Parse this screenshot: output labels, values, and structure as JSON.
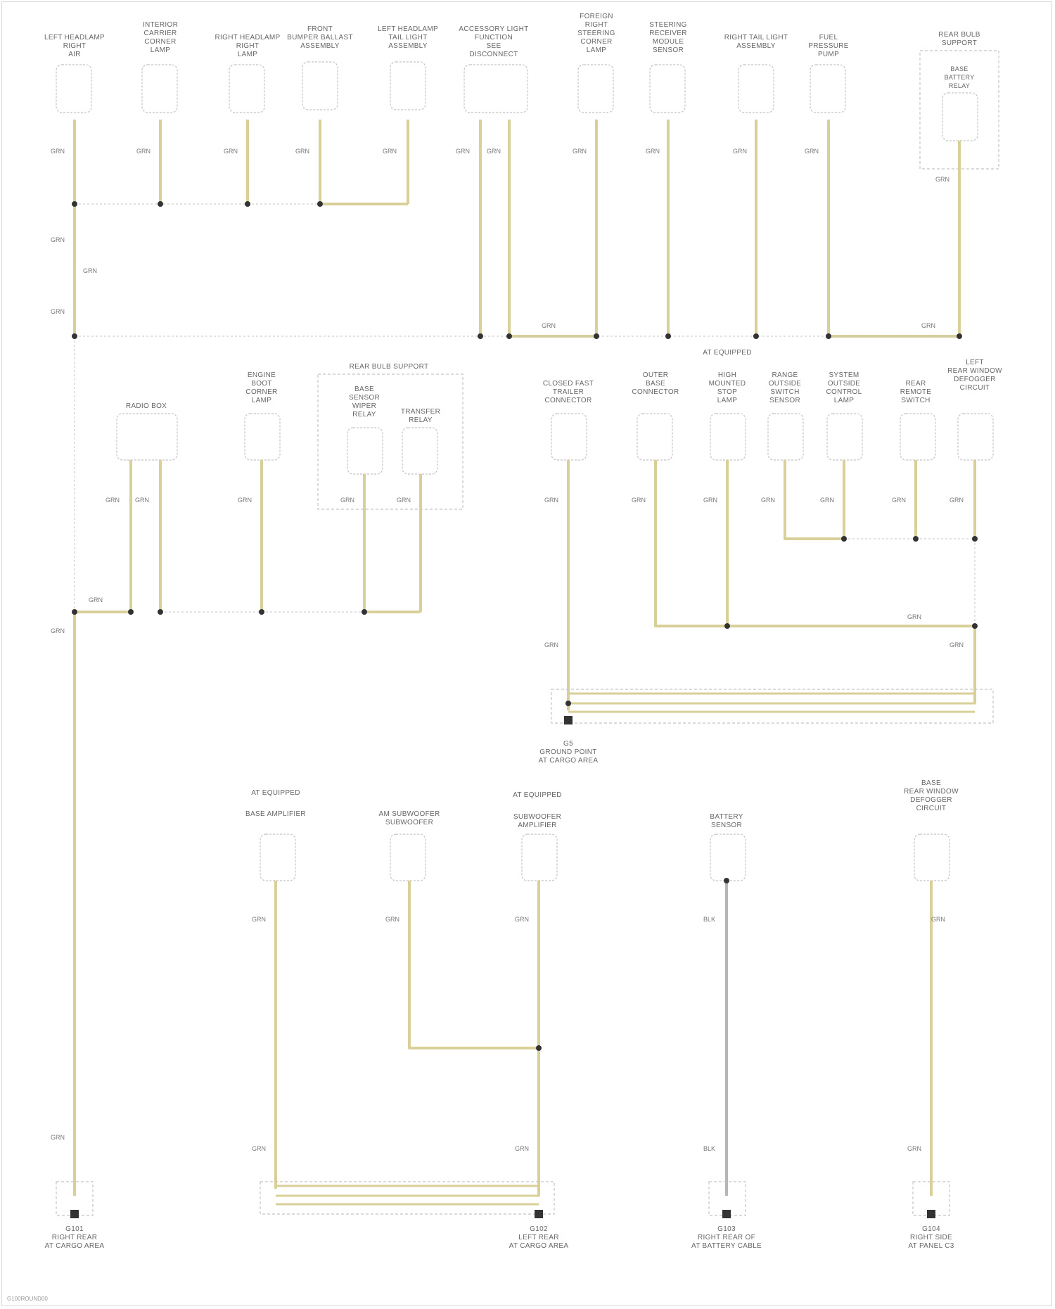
{
  "colors": {
    "wire": "#d9cf98",
    "wire_grey": "#b6b6b6",
    "dash": "#c4c4c4",
    "dot": "#333333"
  },
  "wire_code": "GRN",
  "wire_code_alt": "BLK",
  "top_row": [
    {
      "name": "LEFT HEADLAMP\nRIGHT\nAIR"
    },
    {
      "name": "INTERIOR\nCARRIER\nCORNER\nLAMP"
    },
    {
      "name": "RIGHT HEADLAMP\nRIGHT\nLAMP"
    },
    {
      "name": "FRONT\nBUMPER BALLAST\nASSEMBLY"
    },
    {
      "name": "LEFT HEADLAMP\nTAIL LIGHT\nASSEMBLY"
    },
    {
      "name": "ACCESSORY LIGHT\nFUNCTION\nSEE\nDISCONNECT"
    },
    {
      "name": "FOREIGN\nRIGHT\nSTEERING\nCORNER\nLAMP"
    },
    {
      "name": "STEERING\nRECEIVER\nMODULE\nSENSOR"
    },
    {
      "name": "RIGHT TAIL LIGHT\nASSEMBLY"
    },
    {
      "name": "FUEL\nPRESSURE\nPUMP"
    },
    {
      "name": "REAR BULB\nSUPPORT"
    }
  ],
  "top_inner": "BASE\nBATTERY\nRELAY",
  "mid_left": [
    {
      "name": "RADIO BOX"
    },
    {
      "name": "ENGINE\nBOOT\nCORNER\nLAMP"
    },
    {
      "name": "REAR BULB SUPPORT"
    },
    {
      "name": "BASE\nSENSOR\nWIPER\nRELAY"
    },
    {
      "name": "TRANSFER\nRELAY"
    }
  ],
  "mid_right_header": "AT EQUIPPED",
  "mid_right": [
    {
      "name": "CLOSED FAST\nTRAILER\nCONNECTOR"
    },
    {
      "name": "OUTER\nBASE\nCONNECTOR"
    },
    {
      "name": "HIGH\nMOUNTED\nSTOP\nLAMP"
    },
    {
      "name": "RANGE\nOUTSIDE\nSWITCH\nSENSOR"
    },
    {
      "name": "SYSTEM\nOUTSIDE\nCONTROL\nLAMP"
    },
    {
      "name": "REAR\nREMOTE\nSWITCH"
    },
    {
      "name": "LEFT\nREAR WINDOW\nDEFOGGER\nCIRCUIT"
    }
  ],
  "ground_mid": "G5\nGROUND POINT\nAT CARGO AREA",
  "bottom_headers": [
    "AT EQUIPPED",
    "AT EQUIPPED"
  ],
  "bottom_row": [
    {
      "name": "BASE AMPLIFIER"
    },
    {
      "name": "AM SUBWOOFER\nSUBWOOFER"
    },
    {
      "name": "SUBWOOFER\nAMPLIFIER"
    },
    {
      "name": "BATTERY\nSENSOR"
    },
    {
      "name": "BASE\nREAR WINDOW\nDEFOGGER\nCIRCUIT"
    }
  ],
  "grounds_bottom": [
    {
      "name": "G101\nRIGHT REAR\nAT CARGO AREA"
    },
    {
      "name": "G102\nLEFT REAR\nAT CARGO AREA"
    },
    {
      "name": "G103\nRIGHT REAR OF\nAT BATTERY CABLE"
    },
    {
      "name": "G104\nRIGHT SIDE\nAT PANEL C3"
    }
  ],
  "footer": "G100ROUND00"
}
